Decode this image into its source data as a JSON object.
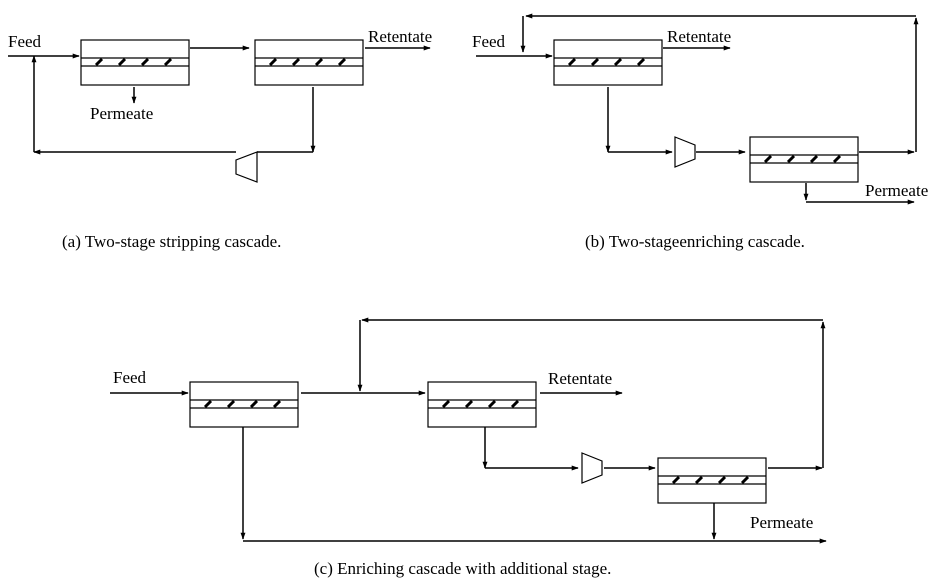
{
  "diagrams": {
    "a": {
      "caption": "(a) Two-stage stripping cascade.",
      "labels": {
        "feed": "Feed",
        "retentate": "Retentate",
        "permeate": "Permeate"
      }
    },
    "b": {
      "caption": "(b) Two-stageenriching cascade.",
      "labels": {
        "feed": "Feed",
        "retentate": "Retentate",
        "permeate": "Permeate"
      }
    },
    "c": {
      "caption": "(c) Enriching cascade with additional stage.",
      "labels": {
        "feed": "Feed",
        "retentate": "Retentate",
        "permeate": "Permeate"
      }
    }
  },
  "colors": {
    "line": "#000000",
    "background": "#ffffff"
  }
}
